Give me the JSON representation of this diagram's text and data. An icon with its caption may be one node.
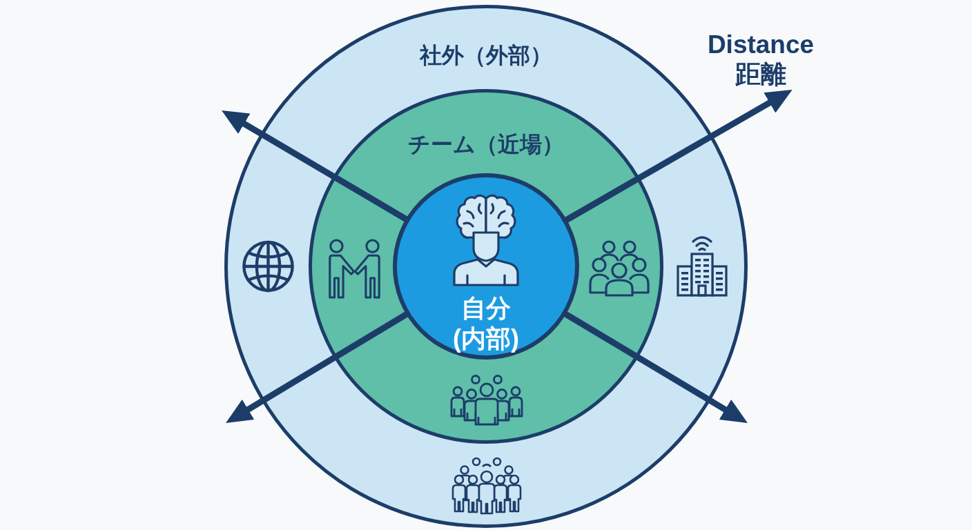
{
  "diagram": {
    "nodes": [
      {
        "text": [
          "社外（外部）"
        ]
      },
      {
        "text": [
          "チーム（近場）"
        ],
        "in": 0
      },
      {
        "text": [
          "自分(内部)"
        ],
        "in": 1
      },
      {
        "text": [
          "Distance 距離"
        ]
      }
    ],
    "edges": [
      {
        "from": 2,
        "to": null,
        "arrow": "to"
      },
      {
        "from": 2,
        "to": 3,
        "arrow": "to"
      },
      {
        "from": 2,
        "to": null,
        "arrow": "to"
      },
      {
        "from": 2,
        "to": null,
        "arrow": "to"
      }
    ]
  }
}
